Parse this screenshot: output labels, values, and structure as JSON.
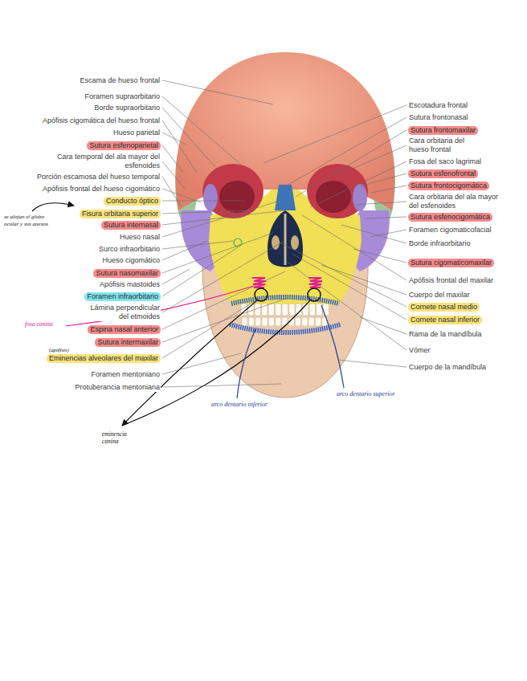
{
  "diagram": {
    "nodes": [
      {
        "text": [
          "Sutura esfenoparietal"
        ]
      },
      {
        "text": [
          "Conducto óptico"
        ]
      },
      {
        "text": [
          "Fisura orbitaria superior"
        ]
      },
      {
        "text": [
          "Sutura internasal"
        ]
      },
      {
        "text": [
          "Sutura nasomaxilar"
        ]
      },
      {
        "text": [
          "Foramen infraorbitario"
        ]
      },
      {
        "text": [
          "Espina nasal anterior"
        ]
      },
      {
        "text": [
          "Sutura intermaxilar"
        ]
      },
      {
        "text": [
          "Eminencias alveolares del maxilar"
        ]
      },
      {
        "text": [
          "Sutura frontomaxilar"
        ]
      },
      {
        "text": [
          "Sutura esfenofrontal"
        ]
      },
      {
        "text": [
          "Sutura frontocigomática"
        ]
      },
      {
        "text": [
          "Sutura esfenocigomática"
        ]
      },
      {
        "text": [
          "Sutura cigomaticomaxilar"
        ]
      },
      {
        "text": [
          "Cornete nasal medio"
        ]
      },
      {
        "text": [
          "Cornete nasal inferior"
        ]
      }
    ],
    "labels": [
      "Escama de hueso frontal",
      "Foramen supraorbitario",
      "Borde supraorbitario",
      "Apófisis cigomática del hueso frontal",
      "Hueso parietal",
      "Cara temporal del ala mayor del esfenoides",
      "Porción escamosa del hueso temporal",
      "Apófisis frontal del hueso cigomático",
      "Hueso nasal",
      "Surco infraorbitario",
      "Hueso cigomático",
      "Apófisis mastoides",
      "Lámina perpendicular del etmoides",
      "Foramen mentoniano",
      "Protuberancia mentoniana",
      "Escotadura frontal",
      "Sutura frontonasal",
      "Cara orbitaria del hueso frontal",
      "Fosa del saco lagrimal",
      "Cara orbitaria del ala mayor del esfenoides",
      "Foramen cigomaticofacial",
      "Borde infraorbitario",
      "Apófisis frontal del maxilar",
      "Cuerpo del maxilar",
      "Rama de la mandíbula",
      "Vómer",
      "Cuerpo de la mandíbula",
      "se alojan el globo ocular y sus anexos",
      "(apófisis)",
      "fosa canina",
      "eminencia canina",
      "arco dentario inferior",
      "arco dentario superior"
    ]
  }
}
